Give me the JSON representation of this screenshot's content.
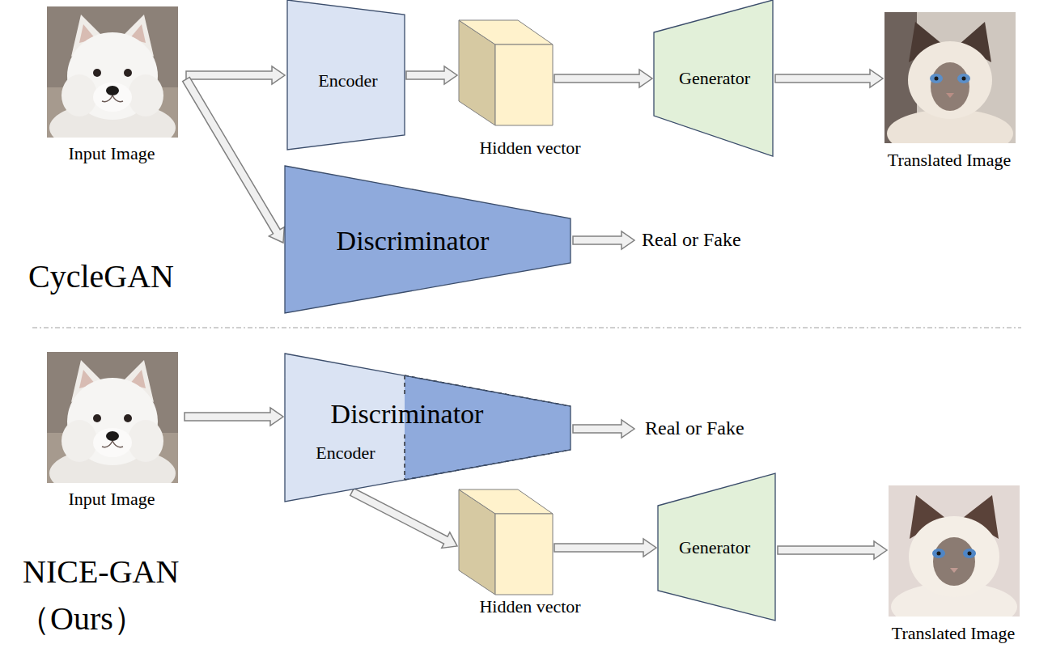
{
  "diagram": {
    "nodes": [
      {
        "text": [
          "Input Image"
        ]
      },
      {
        "text": [
          "Encoder"
        ]
      },
      {
        "text": [
          "Hidden vector"
        ]
      },
      {
        "text": [
          "Generator"
        ]
      },
      {
        "text": [
          "Translated Image"
        ]
      },
      {
        "text": [
          "Discriminator"
        ]
      },
      {
        "text": [
          "Input Image"
        ]
      },
      {
        "text": [
          "Discriminator",
          "Encoder"
        ]
      },
      {
        "text": [
          "Hidden vector"
        ]
      },
      {
        "text": [
          "Generator"
        ]
      },
      {
        "text": [
          "Translated Image"
        ]
      }
    ],
    "edges": [
      {
        "from": 0,
        "to": 1,
        "arrow": "to"
      },
      {
        "from": 1,
        "to": 2,
        "arrow": "to"
      },
      {
        "from": 2,
        "to": 3,
        "arrow": "to"
      },
      {
        "from": 3,
        "to": 4,
        "arrow": "to"
      },
      {
        "from": 0,
        "to": 5,
        "arrow": "to"
      },
      {
        "from": 6,
        "to": 7,
        "arrow": "to"
      },
      {
        "from": 7,
        "to": 8,
        "arrow": "to"
      },
      {
        "from": 8,
        "to": 9,
        "arrow": "to"
      },
      {
        "from": 9,
        "to": 10,
        "arrow": "to"
      }
    ],
    "labels": [
      "Real or Fake",
      "CycleGAN",
      "Real or Fake",
      "NICE-GAN",
      "（Ours）"
    ]
  }
}
